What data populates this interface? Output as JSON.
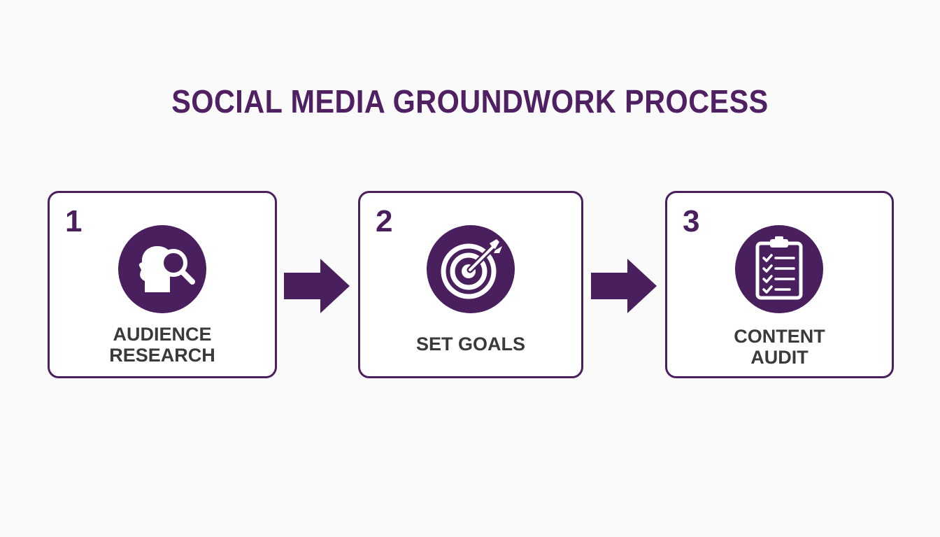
{
  "title": "SOCIAL MEDIA GROUNDWORK PROCESS",
  "colors": {
    "primary": "#4a1f5e",
    "title": "#4f2163",
    "label": "#3a3a3a",
    "background": "#fafafa"
  },
  "steps": [
    {
      "number": "1",
      "label": "AUDIENCE\nRESEARCH",
      "icon": "head-magnifier-icon"
    },
    {
      "number": "2",
      "label": "SET GOALS",
      "icon": "target-arrow-icon"
    },
    {
      "number": "3",
      "label": "CONTENT\nAUDIT",
      "icon": "clipboard-checklist-icon"
    }
  ],
  "connectors": [
    "arrow-right-icon",
    "arrow-right-icon"
  ]
}
